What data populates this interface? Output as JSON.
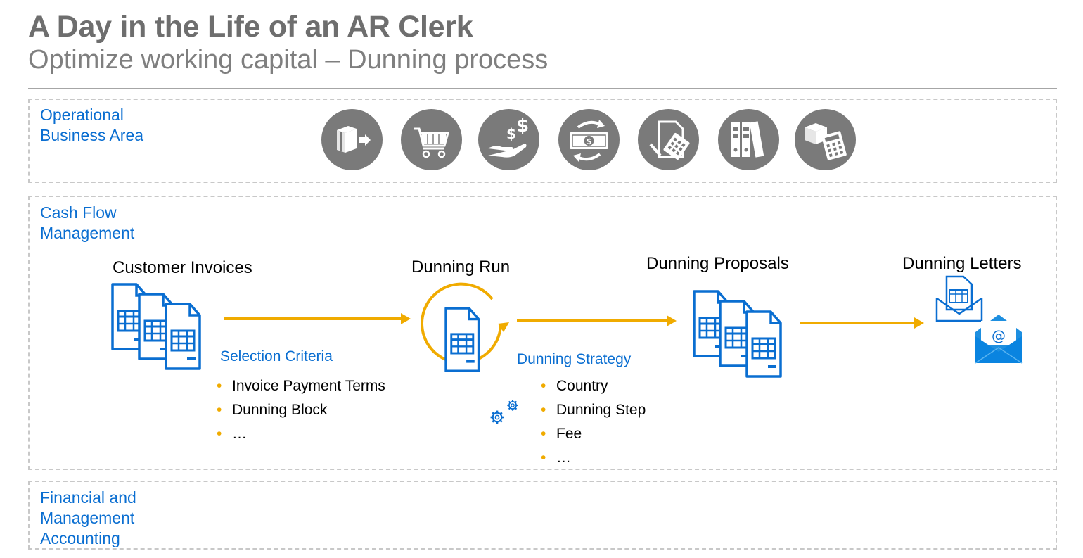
{
  "header": {
    "title": "A Day in the Life of an AR Clerk",
    "subtitle": "Optimize working capital – Dunning process"
  },
  "areas": {
    "operational": [
      "Operational",
      "Business Area"
    ],
    "cashflow": [
      "Cash Flow",
      "Management"
    ],
    "financial": [
      "Financial and",
      "Management",
      "Accounting"
    ]
  },
  "business_icons": [
    "package-shipping-icon",
    "shopping-cart-icon",
    "money-hand-icon",
    "cash-exchange-icon",
    "invoice-calculator-icon",
    "binders-icon",
    "box-calculator-icon"
  ],
  "steps": {
    "customer_invoices": "Customer Invoices",
    "dunning_run": "Dunning Run",
    "dunning_proposals": "Dunning Proposals",
    "dunning_letters": "Dunning Letters"
  },
  "selection_criteria": {
    "label": "Selection Criteria",
    "items": [
      "Invoice Payment Terms",
      "Dunning Block",
      "…"
    ]
  },
  "dunning_strategy": {
    "label": "Dunning Strategy",
    "items": [
      "Country",
      "Dunning Step",
      "Fee",
      "…"
    ]
  },
  "colors": {
    "accent_blue": "#0a6ed1",
    "arrow_gold": "#f0ab00",
    "icon_gray": "#7a7a7a",
    "title_gray": "#6e6e6e"
  }
}
